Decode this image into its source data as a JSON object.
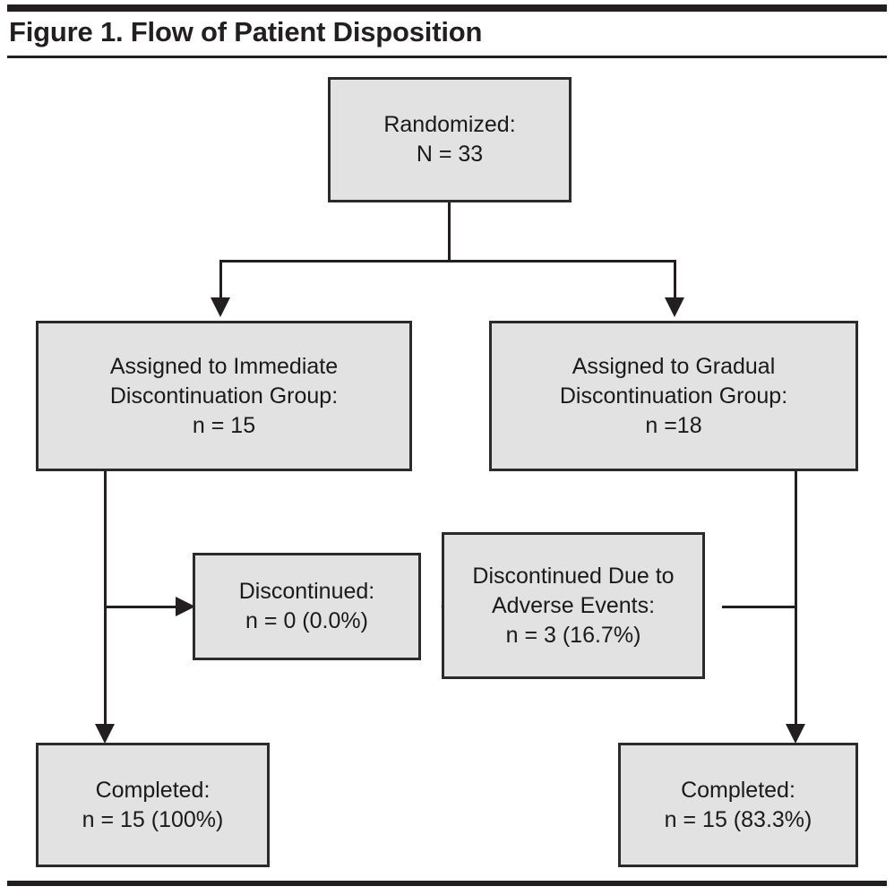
{
  "figure": {
    "title": "Figure 1. Flow of Patient Disposition",
    "colors": {
      "box_fill": "#e2e2e2",
      "box_border": "#2b2b2b",
      "rule": "#231f20",
      "text": "#1a1a1a",
      "background": "#ffffff"
    }
  },
  "chart_data": {
    "type": "diagram",
    "title": "Figure 1. Flow of Patient Disposition",
    "nodes": [
      {
        "id": "randomized",
        "lines": [
          "Randomized:",
          "N = 33"
        ],
        "label": "Randomized",
        "count": 33
      },
      {
        "id": "immediate",
        "lines": [
          "Assigned to Immediate",
          "Discontinuation Group:",
          "n = 15"
        ],
        "label": "Assigned to Immediate Discontinuation Group",
        "count": 15
      },
      {
        "id": "gradual",
        "lines": [
          "Assigned to Gradual",
          "Discontinuation Group:",
          "n =18"
        ],
        "label": "Assigned to Gradual Discontinuation Group",
        "count": 18
      },
      {
        "id": "discontinued_immediate",
        "lines": [
          "Discontinued:",
          "n = 0 (0.0%)"
        ],
        "label": "Discontinued",
        "count": 0,
        "percent": 0.0
      },
      {
        "id": "discontinued_adverse",
        "lines": [
          "Discontinued Due to",
          "Adverse Events:",
          "n = 3 (16.7%)"
        ],
        "label": "Discontinued Due to Adverse Events",
        "count": 3,
        "percent": 16.7
      },
      {
        "id": "completed_immediate",
        "lines": [
          "Completed:",
          "n = 15 (100%)"
        ],
        "label": "Completed",
        "count": 15,
        "percent": 100
      },
      {
        "id": "completed_gradual",
        "lines": [
          "Completed:",
          "n = 15 (83.3%)"
        ],
        "label": "Completed",
        "count": 15,
        "percent": 83.3
      }
    ],
    "edges": [
      {
        "from": "randomized",
        "to": "immediate"
      },
      {
        "from": "randomized",
        "to": "gradual"
      },
      {
        "from": "immediate",
        "to": "discontinued_immediate"
      },
      {
        "from": "immediate",
        "to": "completed_immediate"
      },
      {
        "from": "gradual",
        "to": "discontinued_adverse"
      },
      {
        "from": "gradual",
        "to": "completed_gradual"
      }
    ]
  },
  "nodes": {
    "randomized": {
      "line1": "Randomized:",
      "line2": "N = 33"
    },
    "immediate": {
      "line1": "Assigned to Immediate",
      "line2": "Discontinuation Group:",
      "line3": "n = 15"
    },
    "gradual": {
      "line1": "Assigned to Gradual",
      "line2": "Discontinuation Group:",
      "line3": "n =18"
    },
    "discontinued_immediate": {
      "line1": "Discontinued:",
      "line2": "n = 0 (0.0%)"
    },
    "discontinued_adverse": {
      "line1": "Discontinued Due to",
      "line2": "Adverse Events:",
      "line3": "n = 3 (16.7%)"
    },
    "completed_immediate": {
      "line1": "Completed:",
      "line2": "n = 15 (100%)"
    },
    "completed_gradual": {
      "line1": "Completed:",
      "line2": "n = 15 (83.3%)"
    }
  }
}
